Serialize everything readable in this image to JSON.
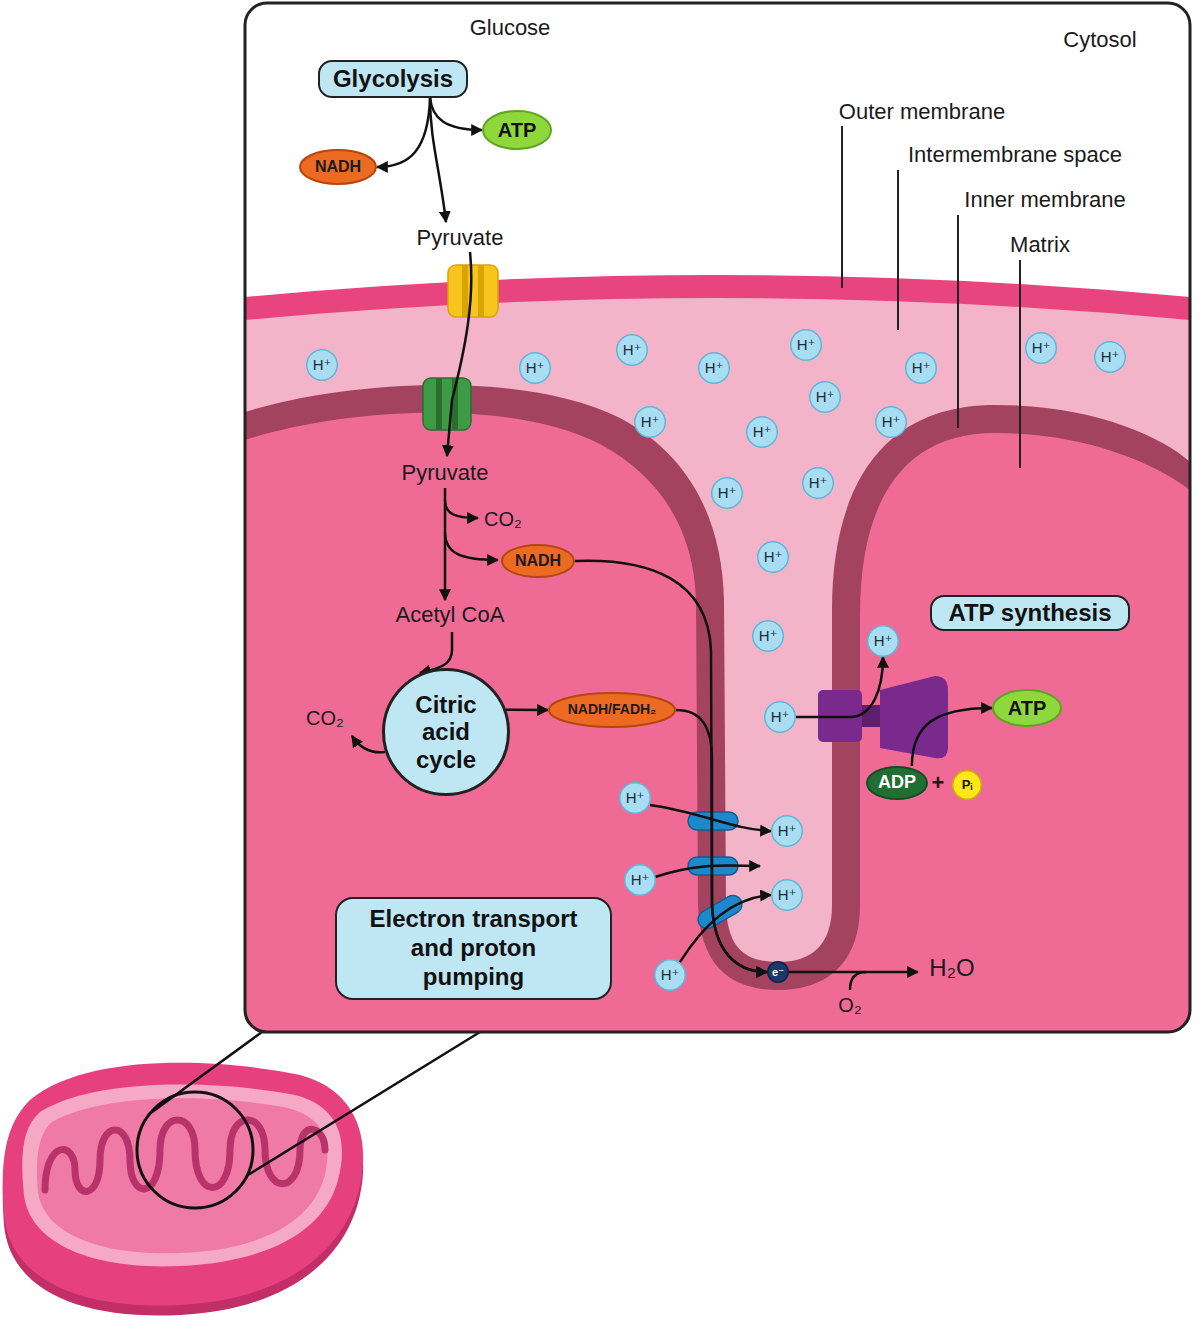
{
  "diagram": {
    "nodes": [
      {
        "text": [
          "Glycolysis"
        ]
      },
      {
        "text": [
          "ATP"
        ]
      },
      {
        "text": [
          "NADH"
        ]
      },
      {
        "text": [
          "H⁺"
        ]
      },
      {
        "text": [
          "H⁺"
        ]
      },
      {
        "text": [
          "H⁺"
        ]
      },
      {
        "text": [
          "H⁺"
        ]
      },
      {
        "text": [
          "H⁺"
        ]
      },
      {
        "text": [
          "H⁺"
        ]
      },
      {
        "text": [
          "H⁺"
        ]
      },
      {
        "text": [
          "H⁺"
        ]
      },
      {
        "text": [
          "H⁺"
        ]
      },
      {
        "text": [
          "H⁺"
        ]
      },
      {
        "text": [
          "H⁺"
        ]
      },
      {
        "text": [
          "H⁺"
        ]
      },
      {
        "text": [
          "H⁺"
        ]
      },
      {
        "text": [
          "H⁺"
        ]
      },
      {
        "text": [
          "NADH"
        ]
      },
      {
        "text": [
          "H⁺"
        ]
      },
      {
        "text": [
          "ATP synthesis"
        ]
      },
      {
        "text": [
          "H⁺"
        ]
      },
      {
        "text": [
          "H⁺"
        ]
      },
      {
        "text": [
          "Citric acid cycle"
        ]
      },
      {
        "text": [
          "NADH/FADH₂"
        ]
      },
      {
        "text": [
          "ATP"
        ]
      },
      {
        "text": [
          "H⁺"
        ]
      },
      {
        "text": [
          "ADP"
        ]
      },
      {
        "text": [
          "Pᵢ"
        ]
      },
      {
        "text": [
          "H⁺"
        ]
      },
      {
        "text": [
          "H⁺"
        ]
      },
      {
        "text": [
          "H⁺"
        ]
      },
      {
        "text": [
          "H⁺"
        ]
      },
      {
        "text": [
          "Electron transport and proton pumping"
        ]
      },
      {
        "text": [
          "e⁻"
        ]
      },
      {
        "text": [
          "H⁺"
        ]
      }
    ],
    "edges": [
      {
        "from": 0,
        "to": 1,
        "arrow": "to"
      },
      {
        "from": 0,
        "to": 2,
        "arrow": "to"
      },
      {
        "from": 17,
        "to": 33,
        "arrow": "to"
      },
      {
        "from": 22,
        "to": 23,
        "arrow": "to"
      },
      {
        "from": 23,
        "to": 33,
        "arrow": "to"
      },
      {
        "from": 25,
        "to": 21,
        "arrow": "to"
      },
      {
        "from": 26,
        "to": 24,
        "arrow": "to"
      },
      {
        "from": 28,
        "to": 29,
        "arrow": "to"
      },
      {
        "from": 34,
        "to": 31,
        "arrow": "to"
      }
    ],
    "labels": [
      "Glucose",
      "Cytosol",
      "Outer membrane",
      "Intermembrane space",
      "Inner membrane",
      "Matrix",
      "Pyruvate",
      "Pyruvate",
      "CO₂",
      "Acetyl CoA",
      "CO₂",
      "+",
      "H₂O",
      "O₂"
    ]
  }
}
